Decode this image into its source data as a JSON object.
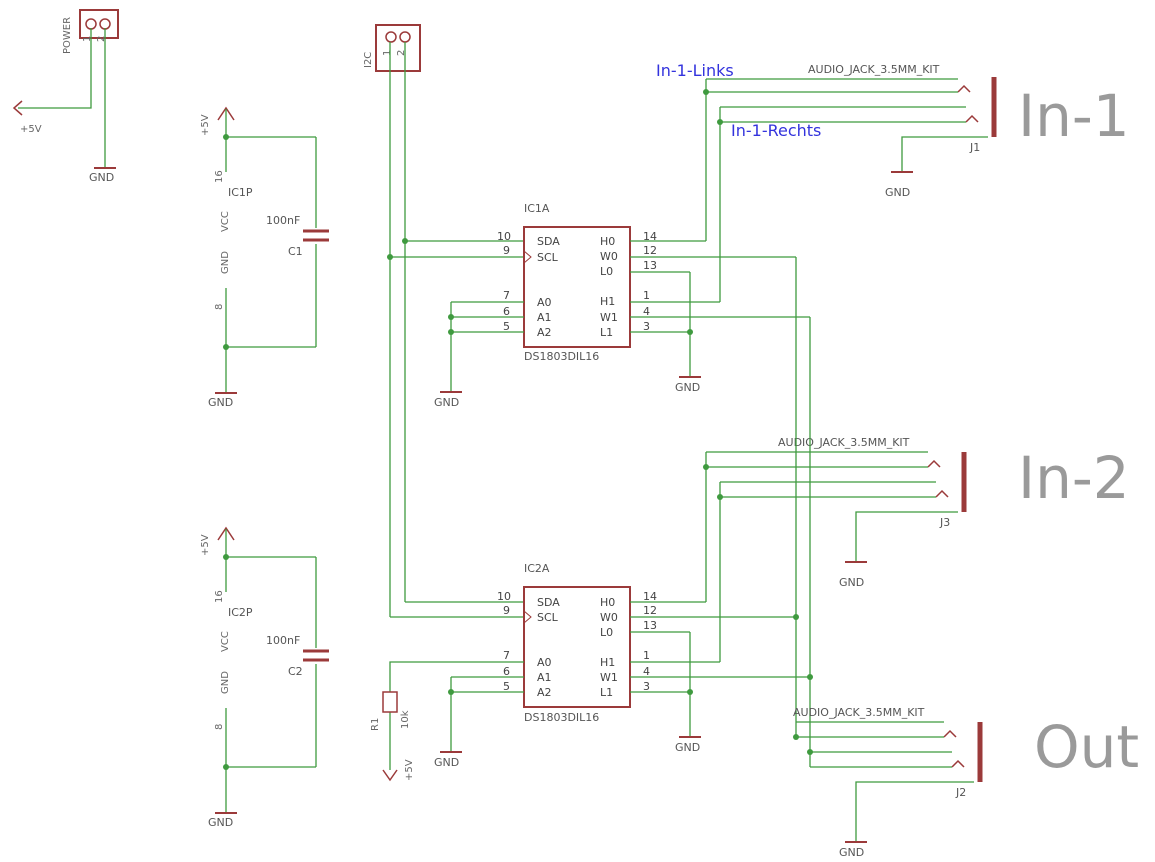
{
  "labels": {
    "power_name": "POWER",
    "pin1": "1",
    "pin2": "2",
    "plus5v": "+5V",
    "gnd": "GND",
    "i2c_name": "I2C",
    "ic1p": "IC1P",
    "ic2p": "IC2P",
    "vcc": "VCC",
    "gnd_pin": "GND",
    "pin16": "16",
    "pin8": "8",
    "cap_value": "100nF",
    "c1": "C1",
    "c2": "C2",
    "ic1a": "IC1A",
    "ic2a": "IC2A",
    "ds1803": "DS1803DIL16",
    "r1": "R1",
    "r_value": "10k",
    "audio_jack": "AUDIO_JACK_3.5MM_KIT",
    "j1": "J1",
    "j2": "J2",
    "j3": "J3",
    "net_links": "In-1-Links",
    "net_rechts": "In-1-Rechts",
    "big_in1": "In-1",
    "big_in2": "In-2",
    "big_out": "Out"
  },
  "ic_pins": {
    "left_names": [
      "SDA",
      "SCL",
      "A0",
      "A1",
      "A2"
    ],
    "left_nums": [
      "10",
      "9",
      "7",
      "6",
      "5"
    ],
    "right_names": [
      "H0",
      "W0",
      "L0",
      "H1",
      "W1",
      "L1"
    ],
    "right_nums": [
      "14",
      "12",
      "13",
      "1",
      "4",
      "3"
    ]
  },
  "colors": {
    "wire": "#3f9a3f",
    "symbol": "#9b3a3a",
    "net_label": "#3333dd",
    "big_label": "#9a9a9a"
  }
}
